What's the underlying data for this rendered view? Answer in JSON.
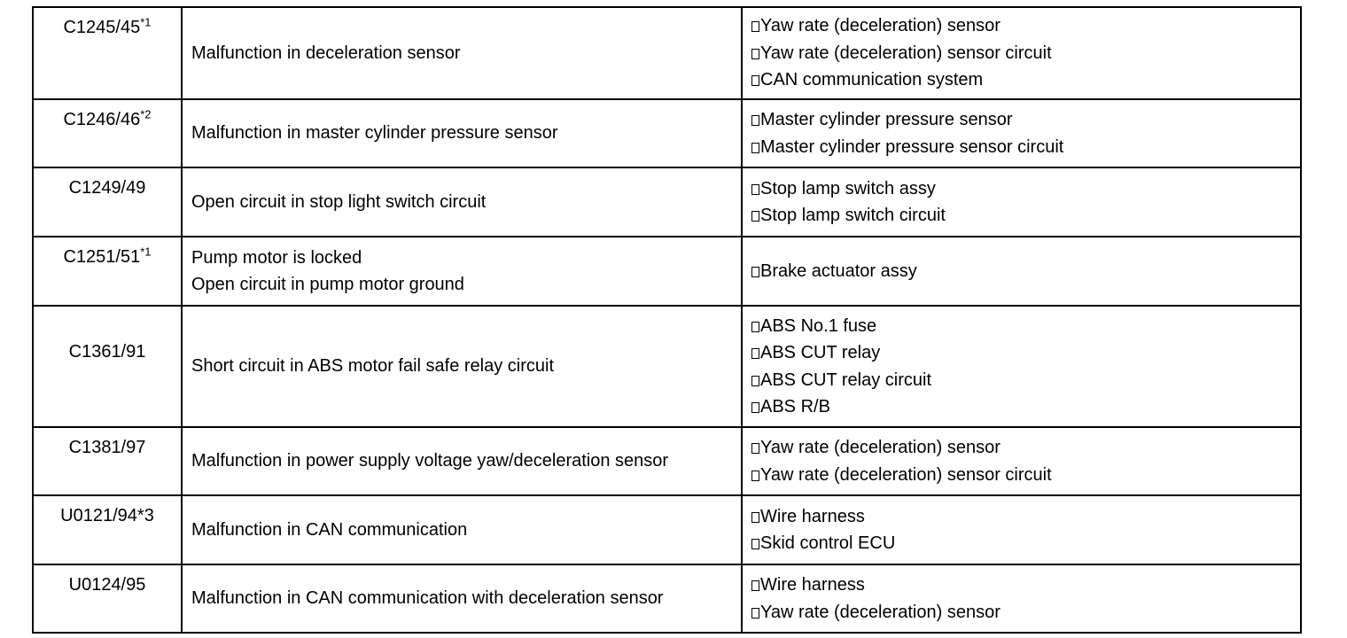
{
  "rows": [
    {
      "code": "C1245/45",
      "sup": "*1",
      "detection": [
        "Malfunction in deceleration sensor"
      ],
      "areas": [
        "Yaw rate (deceleration) sensor",
        "Yaw rate (deceleration) sensor circuit",
        "CAN communication system"
      ]
    },
    {
      "code": "C1246/46",
      "sup": "*2",
      "detection": [
        "Malfunction in master cylinder pressure sensor"
      ],
      "areas": [
        "Master cylinder pressure sensor",
        "Master cylinder pressure sensor circuit"
      ]
    },
    {
      "code": "C1249/49",
      "sup": "",
      "detection": [
        "Open circuit in stop light switch circuit"
      ],
      "areas": [
        "Stop lamp switch assy",
        "Stop lamp switch circuit"
      ]
    },
    {
      "code": "C1251/51",
      "sup": "*1",
      "detection": [
        "Pump motor is locked",
        "Open circuit in pump motor ground"
      ],
      "areas": [
        "Brake actuator assy"
      ]
    },
    {
      "code": "C1361/91",
      "sup": "",
      "detection": [
        "Short circuit in ABS motor fail safe relay circuit"
      ],
      "areas": [
        "ABS No.1 fuse",
        "ABS CUT relay",
        "ABS CUT relay circuit",
        "ABS R/B"
      ]
    },
    {
      "code": "C1381/97",
      "sup": "",
      "detection": [
        "Malfunction in power supply voltage yaw/deceleration sensor"
      ],
      "areas": [
        "Yaw rate (deceleration) sensor",
        "Yaw rate (deceleration) sensor circuit"
      ]
    },
    {
      "code": "U0121/94*3",
      "sup": "",
      "detection": [
        "Malfunction in CAN communication"
      ],
      "areas": [
        "Wire harness",
        "Skid control ECU"
      ]
    },
    {
      "code": "U0124/95",
      "sup": "",
      "detection": [
        "Malfunction in CAN communication with deceleration sensor"
      ],
      "areas": [
        "Wire harness",
        "Yaw rate (deceleration) sensor"
      ]
    }
  ]
}
